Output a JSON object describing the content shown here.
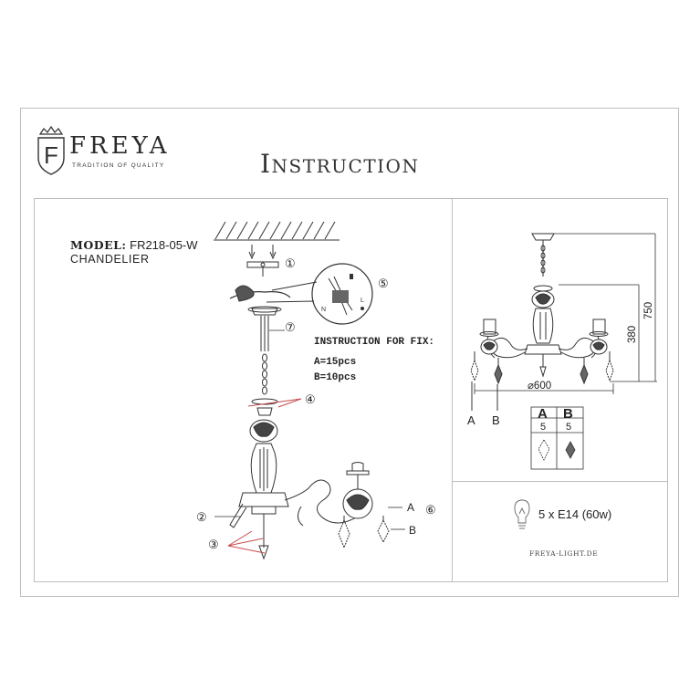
{
  "brand": {
    "name": "FREYA",
    "tagline": "TRADITION OF QUALITY",
    "logo_letter": "F"
  },
  "title": "Instruction",
  "model": {
    "label": "MODEL:",
    "code": "FR218-05-W",
    "type": "CHANDELIER"
  },
  "fix": {
    "title": "INSTRUCTION FOR FIX:",
    "a": "A=15pcs",
    "b": "B=10pcs"
  },
  "callouts": [
    "①",
    "②",
    "③",
    "④",
    "⑤",
    "⑥",
    "⑦"
  ],
  "wire_labels": {
    "n": "N",
    "l": "L"
  },
  "side_labels": {
    "a": "A",
    "b": "B"
  },
  "dimensions": {
    "height_total": "750",
    "height_body": "380",
    "diameter": "⌀600"
  },
  "parts_table": {
    "headers": [
      "A",
      "B"
    ],
    "counts": [
      "5",
      "5"
    ]
  },
  "bulb": "5 x E14 (60w)",
  "website": "FREYA-LIGHT.DE"
}
